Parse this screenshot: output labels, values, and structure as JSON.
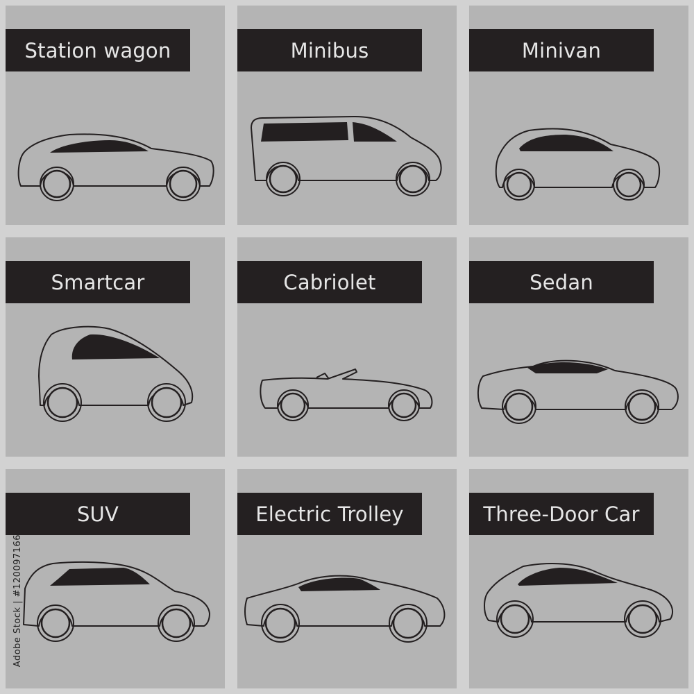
{
  "tiles": [
    {
      "label": "Station wagon"
    },
    {
      "label": "Minibus"
    },
    {
      "label": "Minivan"
    },
    {
      "label": "Smartcar"
    },
    {
      "label": "Cabriolet"
    },
    {
      "label": "Sedan"
    },
    {
      "label": "SUV"
    },
    {
      "label": "Electric Trolley"
    },
    {
      "label": "Three-Door Car"
    }
  ],
  "side_text": "Adobe Stock | #120097166",
  "colors": {
    "background": "#d2d2d2",
    "tile": "#b4b4b4",
    "label_bg": "#242021",
    "label_text": "#e6e6e6",
    "outline": "#231f20"
  }
}
